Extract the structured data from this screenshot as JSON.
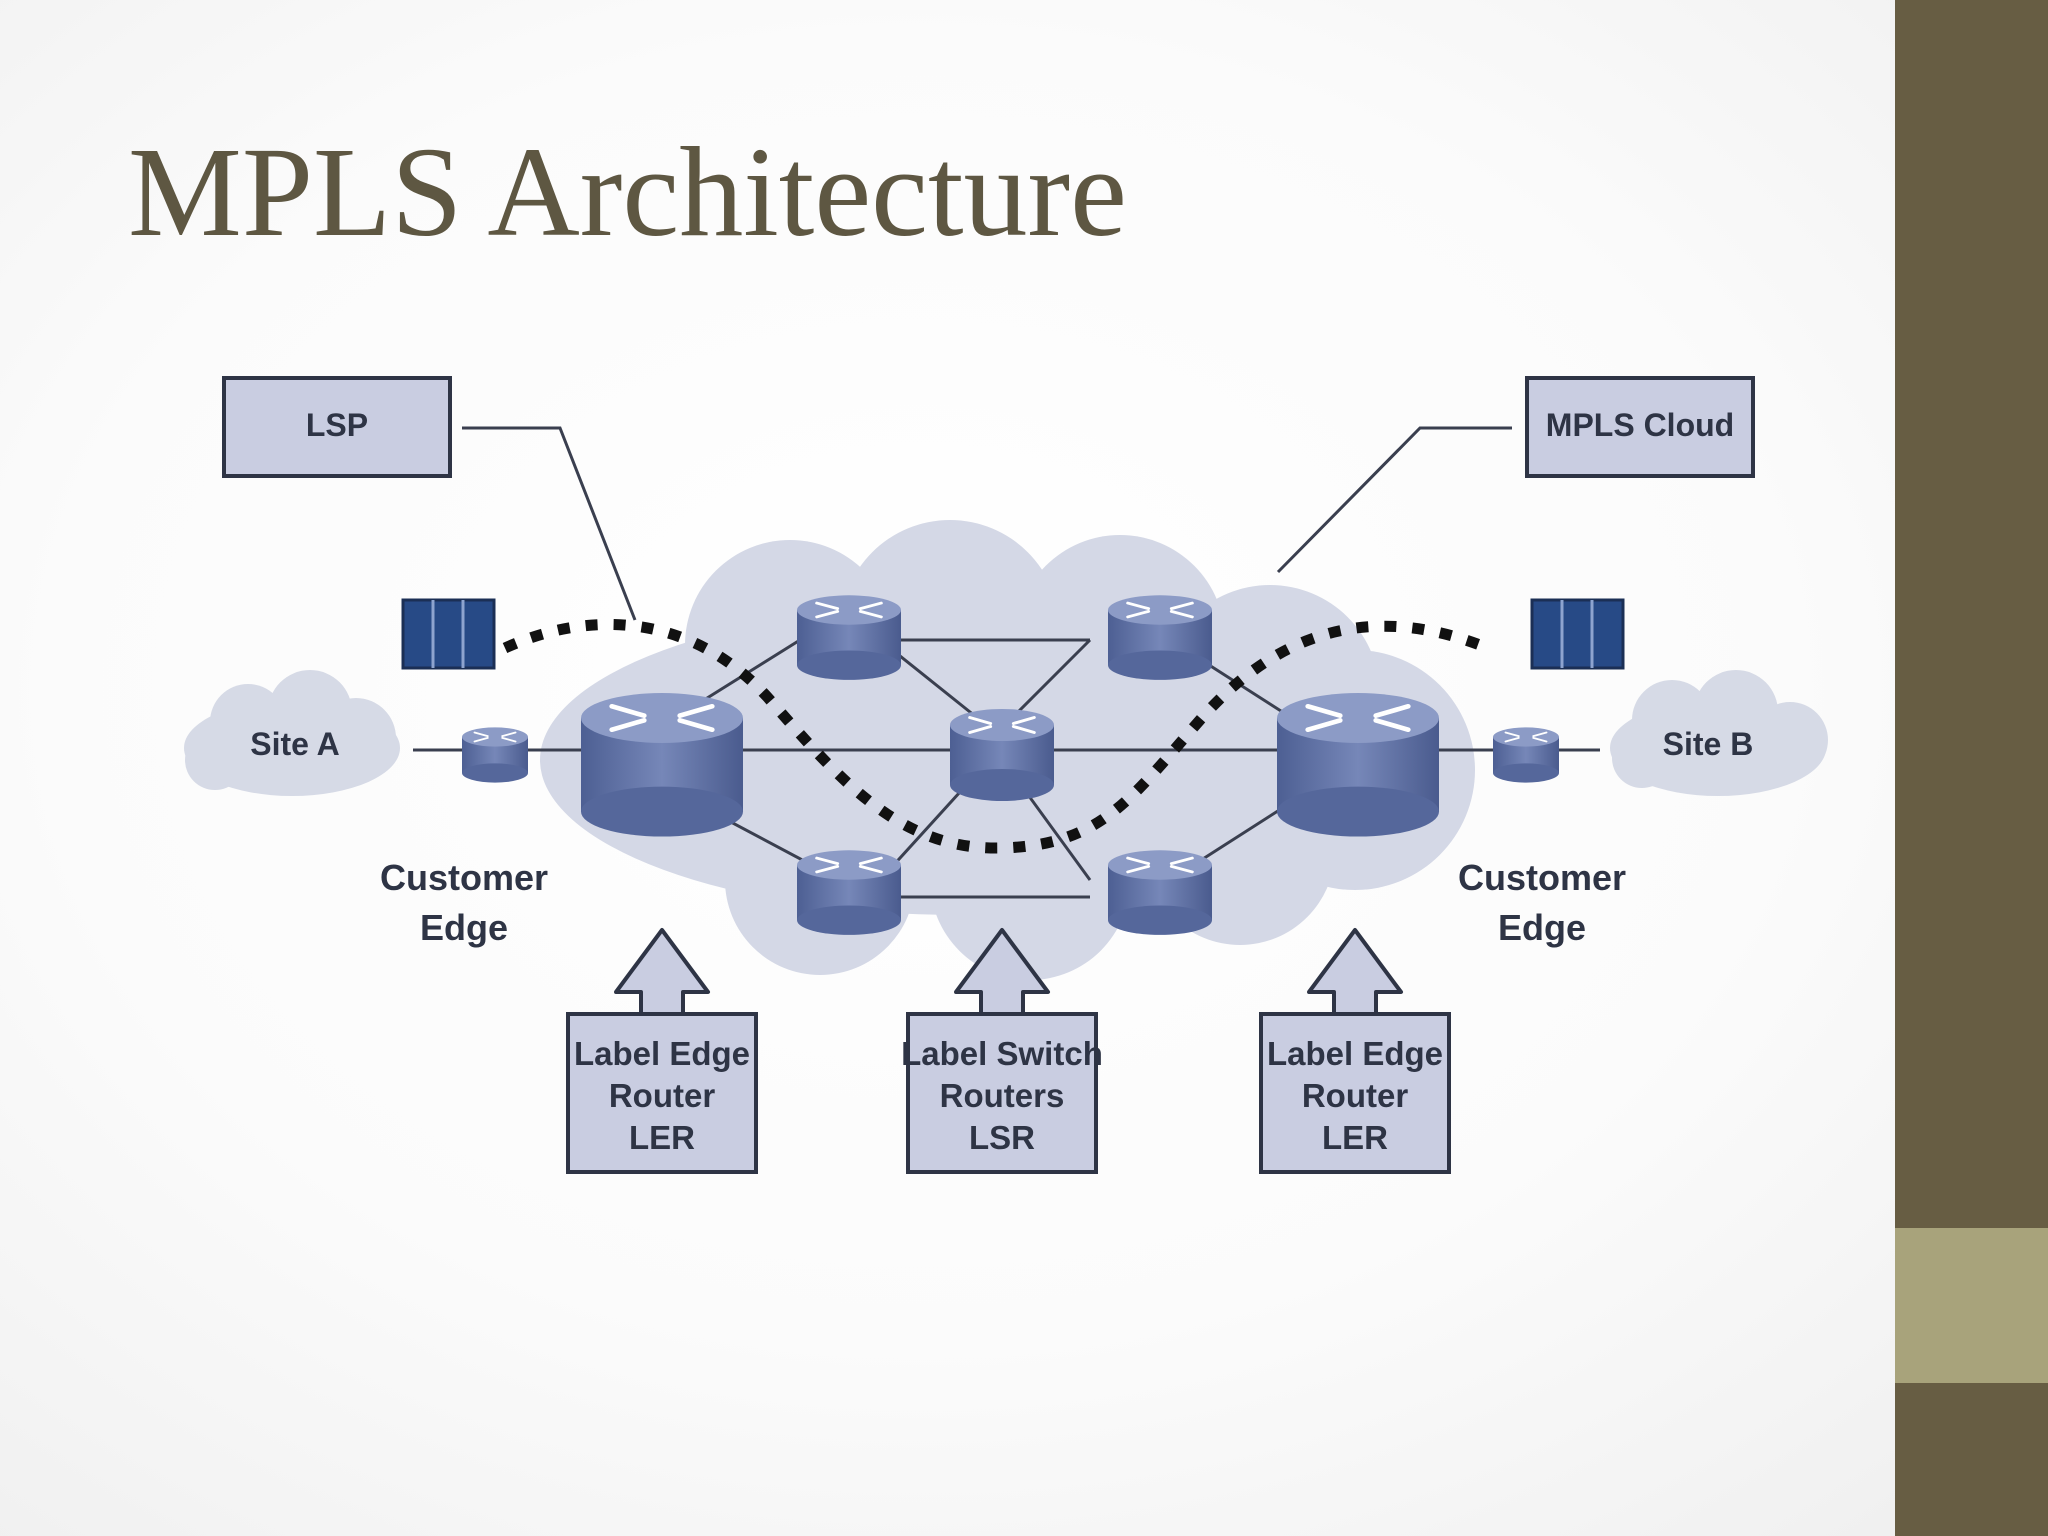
{
  "slide": {
    "title": "MPLS Architecture"
  },
  "diagram": {
    "callouts": {
      "lsp": "LSP",
      "mpls_cloud": "MPLS Cloud"
    },
    "sites": {
      "a": "Site A",
      "b": "Site B"
    },
    "customer_edge_left": [
      "Customer",
      "Edge"
    ],
    "customer_edge_right": [
      "Customer",
      "Edge"
    ],
    "boxes": {
      "ler_left": [
        "Label Edge",
        "Router",
        "LER"
      ],
      "lsr": [
        "Label Switch",
        "Routers",
        "LSR"
      ],
      "ler_right": [
        "Label Edge",
        "Router",
        "LER"
      ]
    }
  },
  "colors": {
    "title": "#5e5742",
    "sidebar_dark": "#675d43",
    "sidebar_light": "#a8a37b",
    "cloud": "#d4d8e6",
    "router": "#6f7fae",
    "box_fill": "#c9cde1",
    "packet": "#274a86"
  }
}
